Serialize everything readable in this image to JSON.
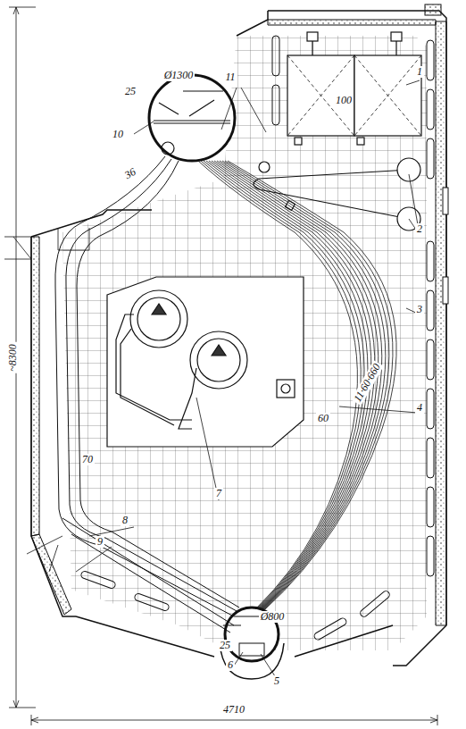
{
  "diagram": {
    "labels": [
      "100",
      "1",
      "11",
      "2",
      "25",
      "Ø1300",
      "10",
      "36",
      "3",
      "11·60·660",
      "4",
      "60",
      "70",
      "7",
      "8",
      "9",
      "Ø800",
      "25",
      "6",
      "5",
      "~8300",
      "4710"
    ]
  }
}
